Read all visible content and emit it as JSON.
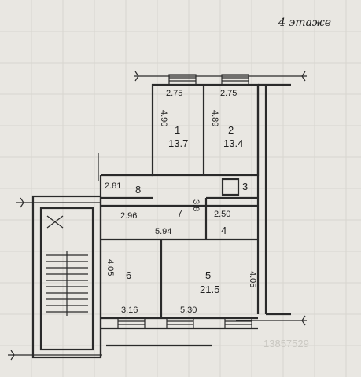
{
  "floor_label": "4 этаже",
  "rooms": [
    {
      "id": "1",
      "area": "13.7",
      "w": "2.75",
      "h": "4.90"
    },
    {
      "id": "2",
      "area": "13.4",
      "w": "2.75",
      "h": "4.89"
    },
    {
      "id": "3"
    },
    {
      "id": "4",
      "w": "2.50"
    },
    {
      "id": "5",
      "area": "21.5",
      "w": "5.30",
      "h": "4.05"
    },
    {
      "id": "6",
      "w": "3.16",
      "h": "4.05"
    },
    {
      "id": "7",
      "area": "3.8",
      "w": "2.96"
    },
    {
      "id": "8",
      "w": "2.81"
    }
  ],
  "corridor_len": "5.94",
  "watermark": "13857529"
}
